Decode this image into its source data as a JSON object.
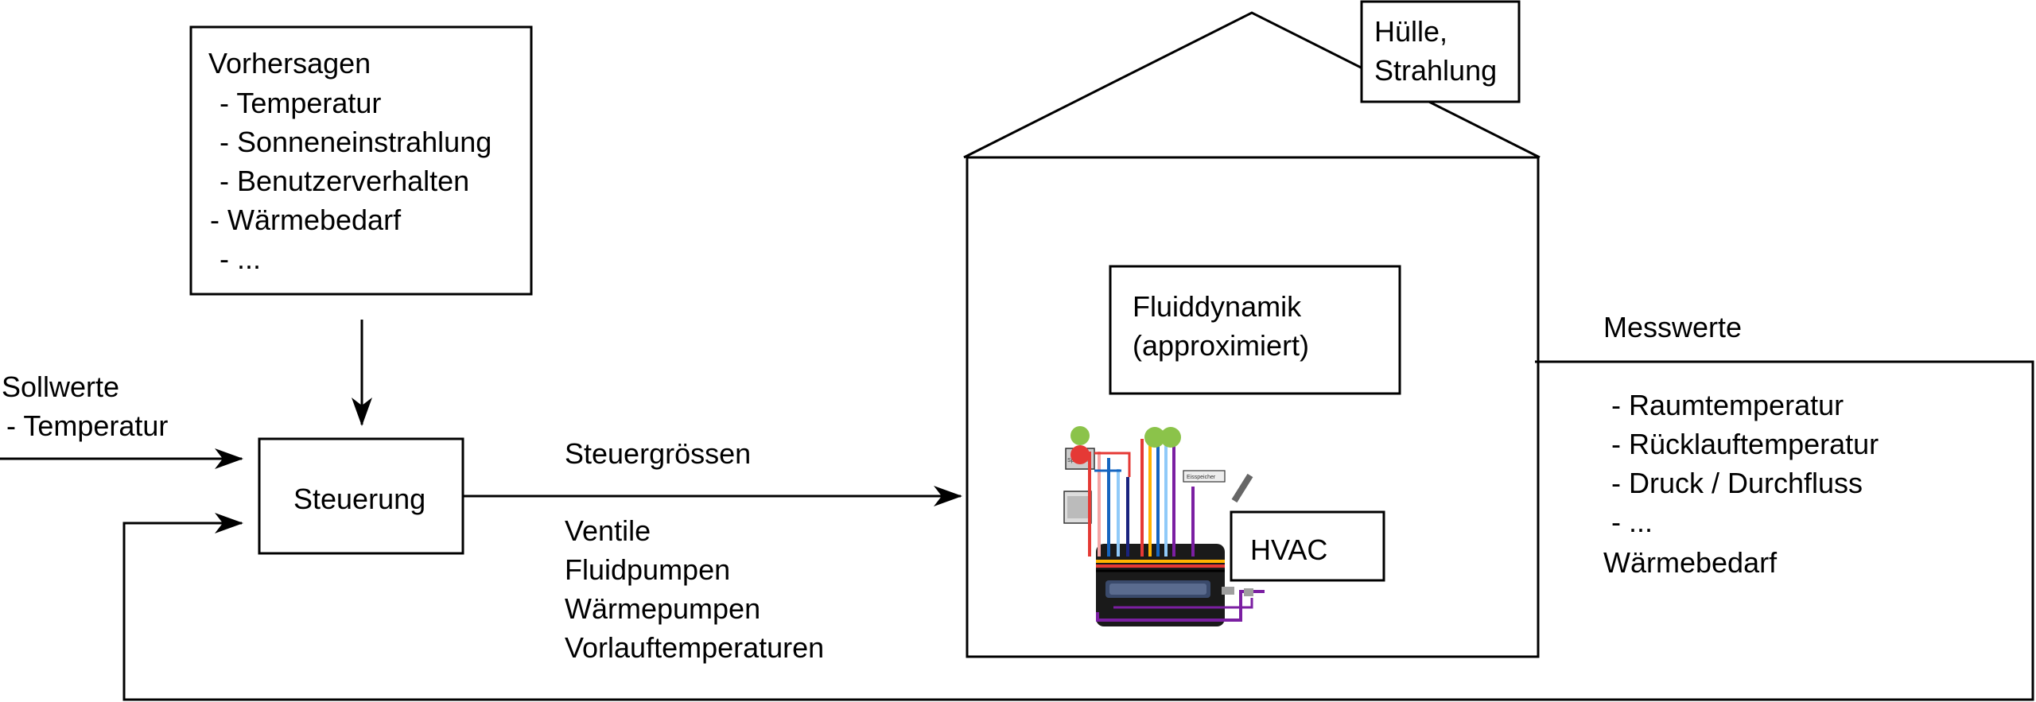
{
  "forecast": {
    "title": "Vorhersagen",
    "items": [
      "- Temperatur",
      "- Sonneneinstrahlung",
      "- Benutzerverhalten",
      "- Wärmebedarf",
      "- ..."
    ]
  },
  "setpoints": {
    "title": "Sollwerte",
    "items": [
      "- Temperatur"
    ]
  },
  "controller": {
    "label": "Steuerung"
  },
  "control_variables": {
    "title": "Steuergrössen",
    "items": [
      "Ventile",
      "Fluidpumpen",
      "Wärmepumpen",
      "Vorlauftemperaturen"
    ]
  },
  "envelope": {
    "lines": [
      "Hülle,",
      "Strahlung"
    ]
  },
  "fluid": {
    "lines": [
      "Fluiddynamik",
      "(approximiert)"
    ]
  },
  "hvac": {
    "label": "HVAC",
    "icon": "hvac-schematic-icon",
    "tiny_labels": [
      "Speicher",
      "Eisspeicher"
    ]
  },
  "measurements": {
    "title": "Messwerte",
    "items": [
      "- Raumtemperatur",
      "- Rücklauftemperatur",
      "- Druck / Durchfluss",
      "- ...",
      "Wärmebedarf"
    ]
  },
  "colors": {
    "line": "#000000",
    "accent_red": "#e53935",
    "accent_green": "#8bc34a",
    "tank": "#1a1a1a"
  }
}
